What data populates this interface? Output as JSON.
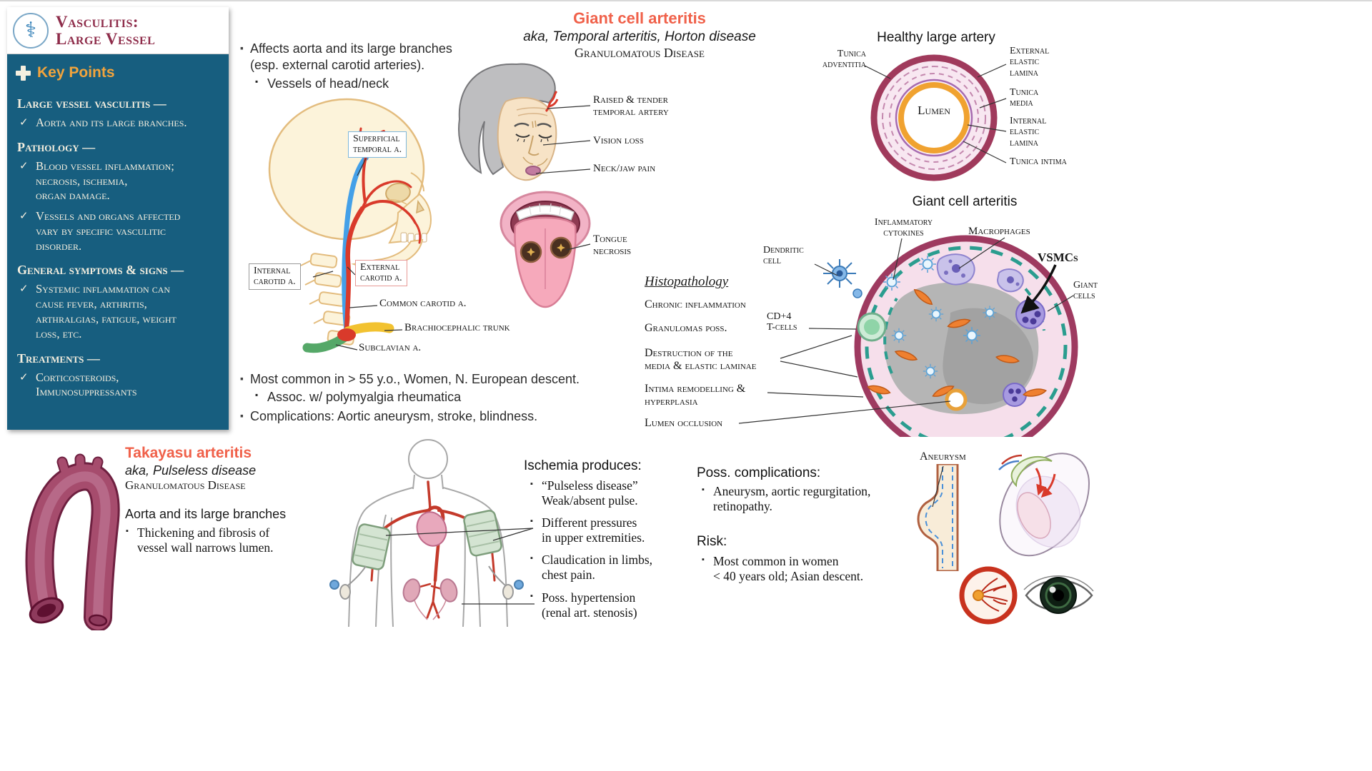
{
  "colors": {
    "sidebar_bg": "#175E7F",
    "title_maroon": "#8E2C4A",
    "accent_orange": "#F2A43C",
    "heading_red": "#F0614A",
    "vessel_maroon": "#9E3A60",
    "lamina_teal": "#2A9D8F",
    "lamina_orange": "#F0A230"
  },
  "icons": {
    "logo": "⚕"
  },
  "sidebar": {
    "title_line1": "Vasculitis:",
    "title_line2": "Large Vessel",
    "key_points_title": "Key Points",
    "sections": [
      {
        "heading": "Large vessel vasculitis —",
        "items": [
          "Aorta and its large branches."
        ]
      },
      {
        "heading": "Pathology —",
        "items": [
          "Blood vessel inflammation;\nnecrosis, ischemia,\norgan damage.",
          "Vessels and organs affected\nvary  by specific vasculitic\ndisorder."
        ]
      },
      {
        "heading": "General symptoms & signs —",
        "items": [
          "Systemic inflammation can\ncause fever, arthritis,\narthralgias, fatigue, weight\nloss, etc."
        ]
      },
      {
        "heading": "Treatments —",
        "items": [
          "Corticosteroids,\nImmunosuppressants"
        ]
      }
    ]
  },
  "gca": {
    "title": "Giant cell arteritis",
    "aka": "aka, Temporal arteritis, Horton disease",
    "disease_type": "Granulomatous Disease",
    "affects_bullet": "Affects aorta and its large branches\n(esp. external carotid arteries).",
    "affects_sub": "Vessels of head/neck",
    "artery_labels": {
      "superficial_temporal": "Superficial\ntemporal a.",
      "internal_carotid": "Internal\ncarotid a.",
      "external_carotid": "External\ncarotid a.",
      "common_carotid": "Common carotid a.",
      "brachiocephalic": "Brachiocephalic trunk",
      "subclavian": "Subclavian a."
    },
    "symptom_labels": {
      "temporal_artery": "Raised & tender\ntemporal artery",
      "vision_loss": "Vision loss",
      "neck_jaw_pain": "Neck/jaw pain",
      "tongue_necrosis": "Tongue\nnecrosis"
    },
    "epidemiology_bullet": "Most common in > 55 y.o., Women,  N. European descent.",
    "epidemiology_sub": "Assoc. w/ polymyalgia rheumatica",
    "complications_bullet": "Complications: Aortic aneurysm, stroke, blindness."
  },
  "healthy_artery": {
    "title": "Healthy large artery",
    "lumen_label": "Lumen",
    "labels": {
      "tunica_adventitia": "Tunica\nadventitia",
      "external_elastic_lamina": "External\nelastic\nlamina",
      "tunica_media": "Tunica\nmedia",
      "internal_elastic_lamina": "Internal\nelastic\nlamina",
      "tunica_intima": "Tunica intima"
    }
  },
  "gca_histology": {
    "title": "Giant cell arteritis",
    "cell_labels": {
      "inflammatory_cytokines": "Inflammatory\ncytokines",
      "macrophages": "Macrophages",
      "vsmcs": "VSMCs",
      "giant_cells": "Giant\ncells",
      "dendritic_cell": "Dendritic\ncell",
      "cd4_tcells": "CD+4\nT-cells"
    },
    "histopathology_title": "Histopathology",
    "findings": [
      "Chronic inflammation",
      "Granulomas poss.",
      "Destruction of the\nmedia  & elastic laminae",
      "Intima remodelling &\nhyperplasia",
      "Lumen occlusion"
    ]
  },
  "takayasu": {
    "title": "Takayasu arteritis",
    "aka": "aka, Pulseless disease",
    "disease_type": "Granulomatous Disease",
    "description": "Aorta and its large branches",
    "description_bullet": "Thickening and fibrosis of\nvessel wall narrows lumen.",
    "ischemia_title": "Ischemia produces:",
    "ischemia_items": [
      "“Pulseless disease”\nWeak/absent pulse.",
      "Different pressures\nin upper extremities.",
      "Claudication in limbs,\nchest pain.",
      "Poss. hypertension\n(renal art. stenosis)"
    ],
    "complications_title": "Poss. complications:",
    "complications_item": "Aneurysm, aortic regurgitation,\nretinopathy.",
    "risk_title": "Risk:",
    "risk_item": "Most common in women\n< 40 years old; Asian descent.",
    "aneurysm_label": "Aneurysm"
  }
}
